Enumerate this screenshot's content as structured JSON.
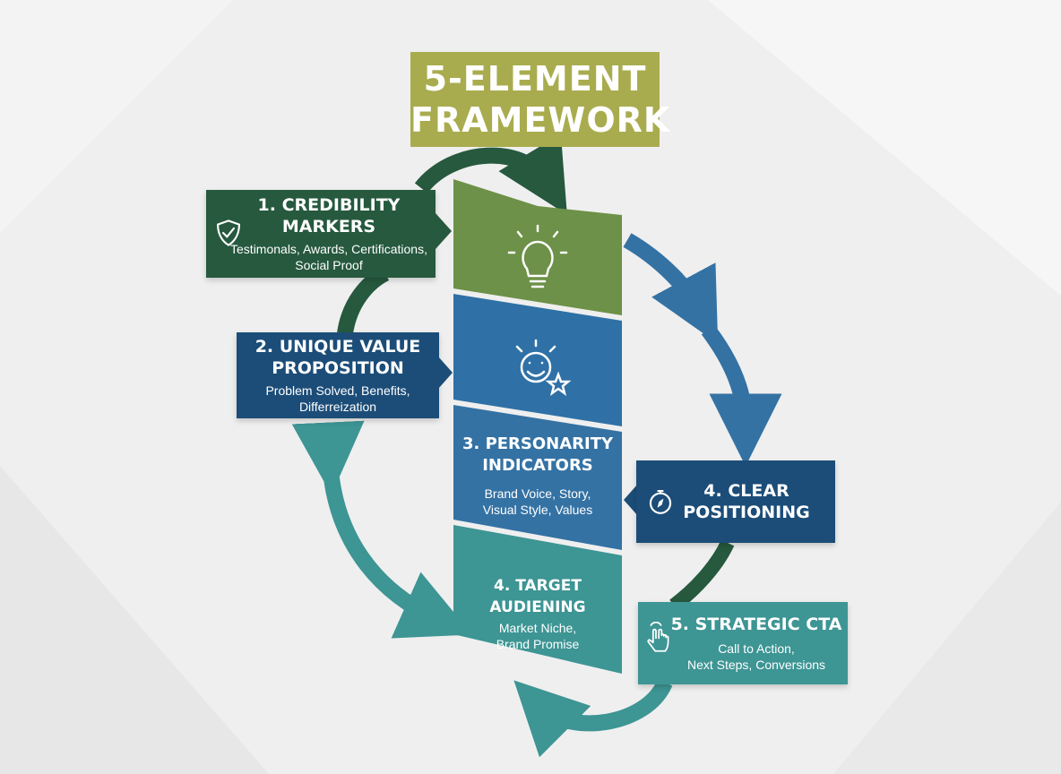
{
  "title": {
    "line1": "5-ELEMENT",
    "line2": "FRAMEWORK"
  },
  "colors": {
    "title": "#a9ac4e",
    "dark_green": "#26593e",
    "olive_green": "#6d9148",
    "navy": "#1c4d78",
    "steel_blue": "#2f71a6",
    "blue": "#3472a4",
    "teal": "#3d9594",
    "dark_teal": "#2f7f80"
  },
  "elements": {
    "credibility": {
      "title_line1": "1. CREDIBILITY",
      "title_line2": "MARKERS",
      "sub_line1": "Testimonals, Awards, Certifications,",
      "sub_line2": "Social Proof",
      "icon": "shield-check-icon"
    },
    "uvp": {
      "title_line1": "2. UNIQUE VALUE",
      "title_line2": "PROPOSITION",
      "sub_line1": "Problem Solved, Benefits,",
      "sub_line2": "Differreization"
    },
    "personality": {
      "title_line1": "3. PERSONARITY",
      "title_line2": "INDICATORS",
      "sub_line1": "Brand Voice, Story,",
      "sub_line2": "Visual Style, Values",
      "icon": "smiley-star-icon"
    },
    "positioning": {
      "title_line1": "4. CLEAR",
      "title_line2": "POSITIONING",
      "icon": "compass-icon"
    },
    "audience": {
      "title": "4. TARGET AUDIENING",
      "sub_line1": "Market Niche,",
      "sub_line2": "Brand Promise"
    },
    "cta": {
      "title": "5. STRATEGIC CTA",
      "sub_line1": "Call to Action,",
      "sub_line2": "Next Steps, Conversions",
      "icon": "pointing-hand-icon"
    },
    "top_segment": {
      "icon": "lightbulb-icon"
    }
  }
}
